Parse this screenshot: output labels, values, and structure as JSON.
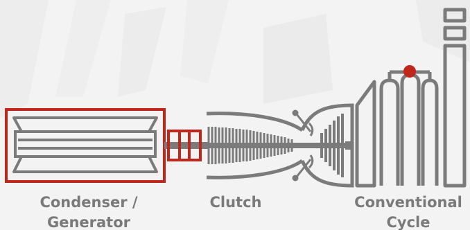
{
  "labels": {
    "condenser_generator": [
      "Condenser /",
      "Generator"
    ],
    "clutch": "Clutch",
    "conventional_cycle": [
      "Conventional",
      "Cycle"
    ]
  },
  "colors": {
    "highlight": "#c0261c",
    "component": "#7b7b7b",
    "label_text": "#7a7a7a",
    "background": "#f3f3f3"
  },
  "highlighted_components": [
    "condenser-generator",
    "clutch-coupling",
    "fuel-point-dot"
  ]
}
